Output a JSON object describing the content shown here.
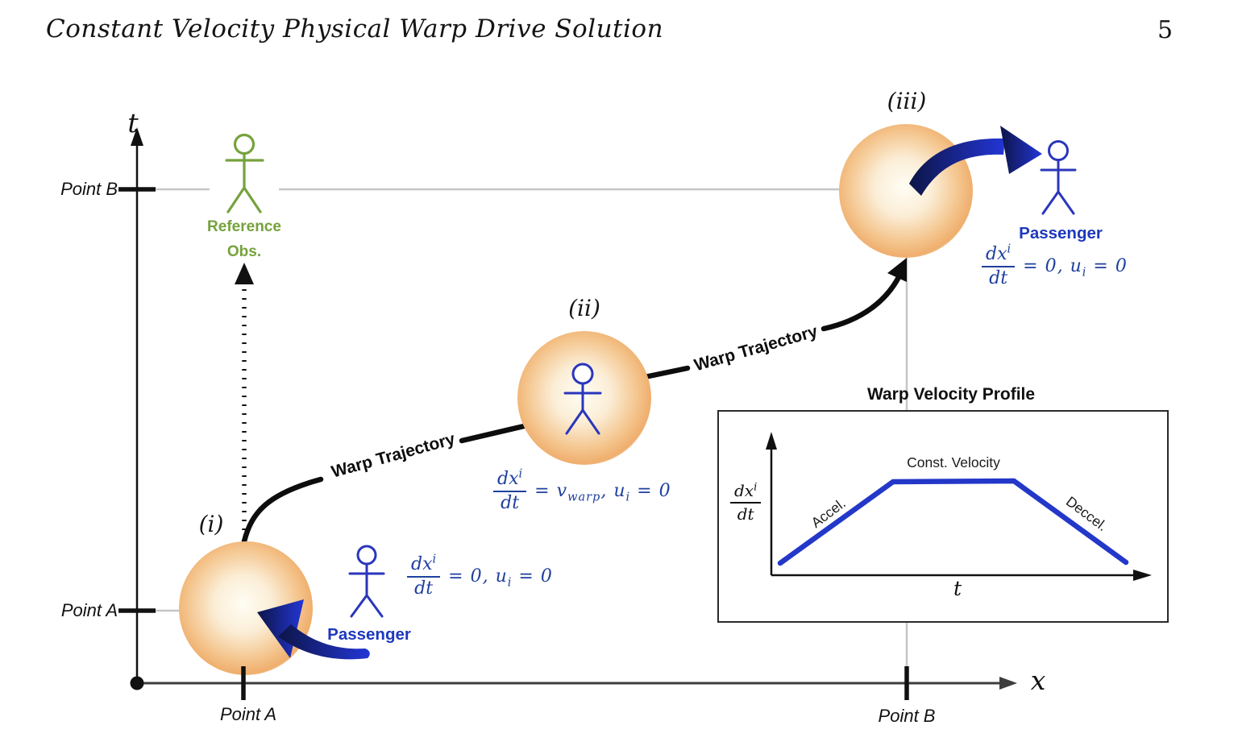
{
  "header": {
    "title": "Constant Velocity Physical Warp Drive Solution",
    "page_number": "5"
  },
  "axes": {
    "t_label": "t",
    "x_label": "x",
    "t_axis_point_b": "Point B",
    "t_axis_point_a": "Point A",
    "x_axis_point_a": "Point A",
    "x_axis_point_b": "Point B"
  },
  "stages": {
    "i": "(i)",
    "ii": "(ii)",
    "iii": "(iii)"
  },
  "labels": {
    "reference_line1": "Reference",
    "reference_line2": "Obs.",
    "passenger_i": "Passenger",
    "passenger_iii": "Passenger",
    "warp_trajectory_1": "Warp Trajectory",
    "warp_trajectory_2": "Warp Trajectory"
  },
  "equations": {
    "i": {
      "num_base": "dx",
      "num_sup": "i",
      "den": "dt",
      "rhs1": "= 0,",
      "u_base": "u",
      "u_sub": "i",
      "rhs2": "= 0"
    },
    "ii": {
      "num_base": "dx",
      "num_sup": "i",
      "den": "dt",
      "eq": "=",
      "v_base": "v",
      "v_sub": "warp",
      "comma": ",",
      "u_base": "u",
      "u_sub": "i",
      "rhs2": "= 0"
    },
    "iii": {
      "num_base": "dx",
      "num_sup": "i",
      "den": "dt",
      "rhs1": "= 0,",
      "u_base": "u",
      "u_sub": "i",
      "rhs2": "= 0"
    }
  },
  "inset": {
    "title": "Warp Velocity Profile",
    "xlabel": "t",
    "ylabel": {
      "num_base": "dx",
      "num_sup": "i",
      "den": "dt"
    },
    "segments": {
      "accel": "Accel.",
      "const": "Const. Velocity",
      "deccel": "Deccel."
    }
  },
  "chart_data": {
    "type": "line",
    "title": "Warp Velocity Profile",
    "xlabel": "t",
    "ylabel": "dx^i/dt",
    "x_normalized": [
      0,
      0.33,
      0.68,
      1
    ],
    "y_normalized": [
      0.08,
      0.74,
      0.74,
      0.08
    ],
    "annotations": [
      "Accel.",
      "Const. Velocity",
      "Deccel."
    ],
    "tick_labels": "none (qualitative sketch)",
    "grid": false,
    "legend": "none",
    "line_color": "#2337c8"
  },
  "colors": {
    "trajectory_black": "#0d0d0d",
    "helper_gray": "#c6c6c6",
    "x_axis_gray": "#3d3d3d",
    "sphere_orange_edge": "#eeab69",
    "math_blue": "#20409e",
    "passenger_blue": "#1d38bd",
    "figure_blue": "#2a36bb",
    "observer_green": "#76a23d",
    "arrow_navy_dark": "#0d1547",
    "arrow_navy_bright": "#2336d6",
    "profile_blue": "#2337c8"
  }
}
